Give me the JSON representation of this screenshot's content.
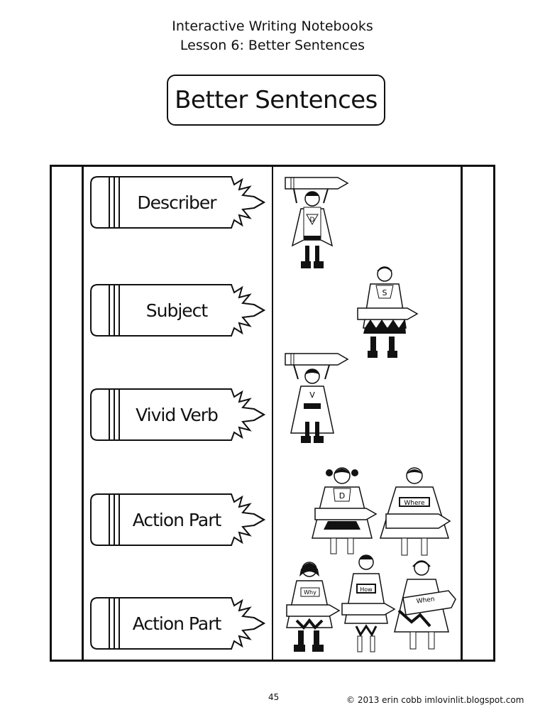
{
  "header": {
    "line1": "Interactive Writing Notebooks",
    "line2": "Lesson 6: Better Sentences"
  },
  "title": "Better Sentences",
  "pencils": [
    {
      "label": "Describer"
    },
    {
      "label": "Subject"
    },
    {
      "label": "Vivid Verb"
    },
    {
      "label": "Action Part"
    },
    {
      "label": "Action Part"
    }
  ],
  "heroes": [
    {
      "chest": "D"
    },
    {
      "chest": "S"
    },
    {
      "chest": "V"
    },
    {
      "chest": "D"
    },
    {
      "chest": "Where"
    },
    {
      "chest": "Why"
    },
    {
      "chest": "How"
    },
    {
      "chest": "When"
    }
  ],
  "footer": {
    "page_number": "45",
    "copyright": "© 2013 erin cobb  imlovinlit.blogspot.com"
  }
}
